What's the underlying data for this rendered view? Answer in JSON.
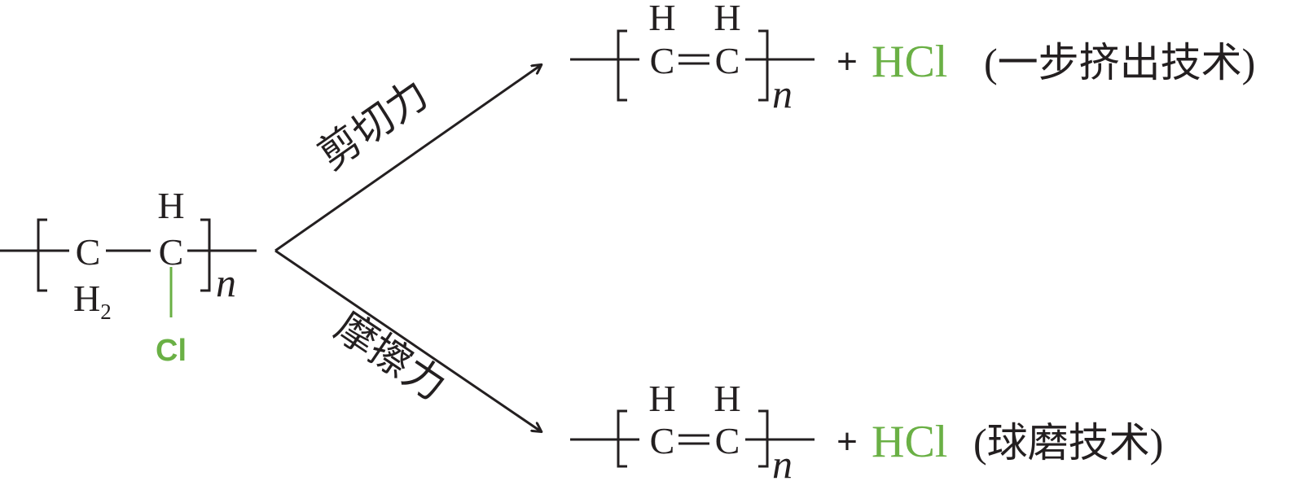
{
  "colors": {
    "ink": "#231f20",
    "chlorine": "#6ab045"
  },
  "reactant": {
    "c1": "C",
    "h2_base": "H",
    "h2_sub": "2",
    "c2": "C",
    "h_top": "H",
    "cl": "Cl",
    "n": "n"
  },
  "upper_path": {
    "force_label": "剪切力",
    "product": {
      "h1": "H",
      "h2": "H",
      "c1": "C",
      "c2": "C",
      "n": "n"
    },
    "plus": "+",
    "hcl": "HCl",
    "method": "(一步挤出技术)"
  },
  "lower_path": {
    "force_label": "摩擦力",
    "product": {
      "h1": "H",
      "h2": "H",
      "c1": "C",
      "c2": "C",
      "n": "n"
    },
    "plus": "+",
    "hcl": "HCl",
    "method": "(球磨技术)"
  }
}
